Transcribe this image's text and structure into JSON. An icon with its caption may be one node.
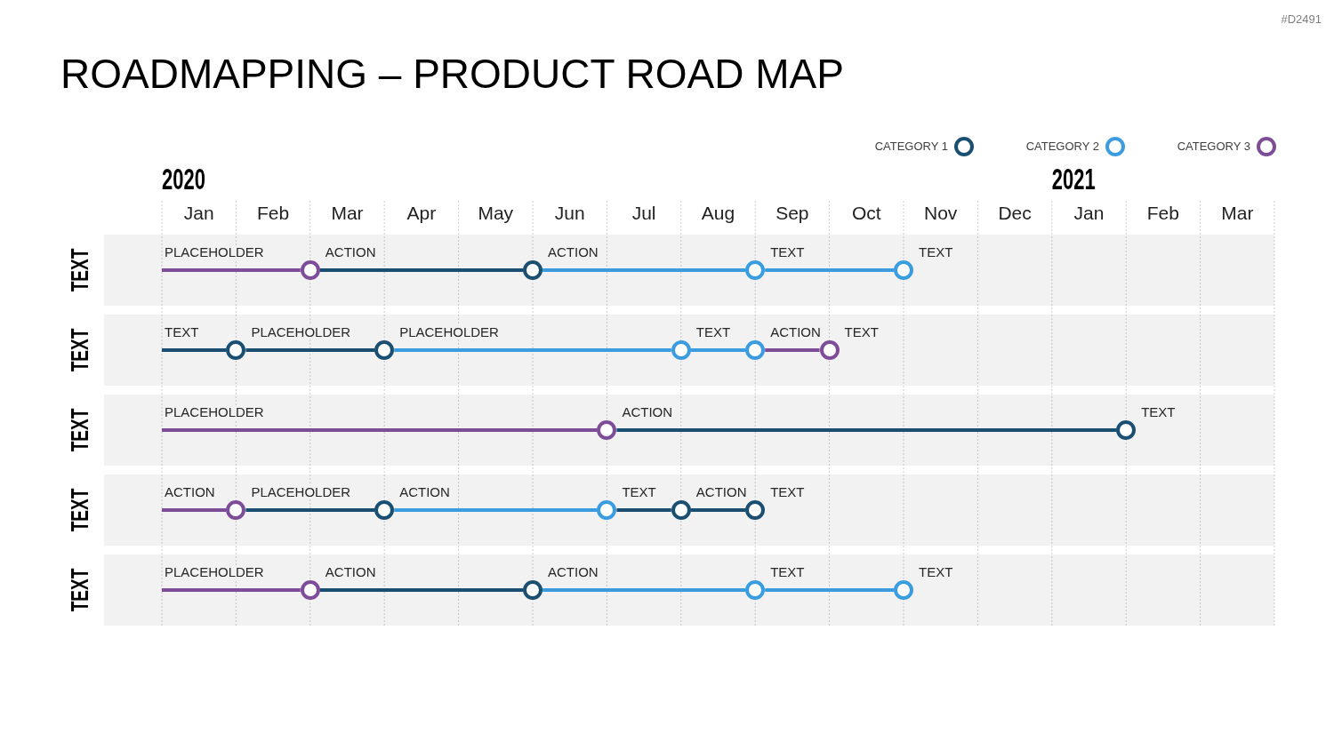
{
  "diagram": {
    "title": "ROADMAPPING – PRODUCT ROAD MAP",
    "nodes": [
      {
        "text": [
          "TEXT"
        ]
      },
      {
        "text": [],
        "shape": "circle",
        "in": 0,
        "beside": [
          "ACTION"
        ]
      },
      {
        "text": [],
        "shape": "circle",
        "in": 0,
        "beside": [
          "ACTION"
        ]
      },
      {
        "text": [],
        "shape": "circle",
        "in": 0,
        "beside": [
          "TEXT"
        ]
      },
      {
        "text": [],
        "shape": "circle",
        "in": 0,
        "beside": [
          "TEXT"
        ]
      },
      {
        "text": [
          "TEXT"
        ]
      },
      {
        "text": [],
        "shape": "circle",
        "in": 5,
        "beside": [
          "PLACEHOLDER"
        ]
      },
      {
        "text": [],
        "shape": "circle",
        "in": 5,
        "beside": [
          "PLACEHOLDER"
        ]
      },
      {
        "text": [],
        "shape": "circle",
        "in": 5,
        "beside": [
          "TEXT"
        ]
      },
      {
        "text": [],
        "shape": "circle",
        "in": 5,
        "beside": [
          "ACTION"
        ]
      },
      {
        "text": [],
        "shape": "circle",
        "in": 5,
        "beside": [
          "TEXT"
        ]
      },
      {
        "text": [
          "TEXT"
        ]
      },
      {
        "text": [],
        "shape": "circle",
        "in": 11,
        "beside": [
          "ACTION"
        ]
      },
      {
        "text": [],
        "shape": "circle",
        "in": 11,
        "beside": [
          "TEXT"
        ]
      },
      {
        "text": [
          "TEXT"
        ]
      },
      {
        "text": [],
        "shape": "circle",
        "in": 14,
        "beside": [
          "PLACEHOLDER"
        ]
      },
      {
        "text": [],
        "shape": "circle",
        "in": 14,
        "beside": [
          "ACTION"
        ]
      },
      {
        "text": [],
        "shape": "circle",
        "in": 14,
        "beside": [
          "TEXT"
        ]
      },
      {
        "text": [],
        "shape": "circle",
        "in": 14,
        "beside": [
          "ACTION"
        ]
      },
      {
        "text": [],
        "shape": "circle",
        "in": 14,
        "beside": [
          "TEXT"
        ]
      },
      {
        "text": [
          "TEXT"
        ]
      },
      {
        "text": [],
        "shape": "circle",
        "in": 20,
        "beside": [
          "ACTION"
        ]
      },
      {
        "text": [],
        "shape": "circle",
        "in": 20,
        "beside": [
          "ACTION"
        ]
      },
      {
        "text": [],
        "shape": "circle",
        "in": 20,
        "beside": [
          "TEXT"
        ]
      },
      {
        "text": [],
        "shape": "circle",
        "in": 20,
        "beside": [
          "TEXT"
        ]
      }
    ],
    "edges": [
      {
        "from": null,
        "to": 1,
        "arrow": "none",
        "label": "PLACEHOLDER",
        "color": "#7e4d98"
      },
      {
        "from": 1,
        "to": 2,
        "arrow": "none"
      },
      {
        "from": 2,
        "to": 3,
        "arrow": "none",
        "color": "#3b9de0"
      },
      {
        "from": 3,
        "to": 4,
        "arrow": "none",
        "color": "#3b9de0"
      },
      {
        "from": null,
        "to": 6,
        "arrow": "none",
        "label": "TEXT"
      },
      {
        "from": 6,
        "to": 7,
        "arrow": "none"
      },
      {
        "from": 7,
        "to": 8,
        "arrow": "none",
        "color": "#3b9de0"
      },
      {
        "from": 8,
        "to": 9,
        "arrow": "none",
        "color": "#3b9de0"
      },
      {
        "from": 9,
        "to": 10,
        "arrow": "none",
        "color": "#7e4d98"
      },
      {
        "from": null,
        "to": 12,
        "arrow": "none",
        "label": "PLACEHOLDER",
        "color": "#7e4d98"
      },
      {
        "from": 12,
        "to": 13,
        "arrow": "none"
      },
      {
        "from": null,
        "to": 15,
        "arrow": "none",
        "label": "ACTION",
        "color": "#7e4d98"
      },
      {
        "from": 15,
        "to": 16,
        "arrow": "none"
      },
      {
        "from": 16,
        "to": 17,
        "arrow": "none",
        "color": "#3b9de0"
      },
      {
        "from": 17,
        "to": 18,
        "arrow": "none"
      },
      {
        "from": 18,
        "to": 19,
        "arrow": "none"
      },
      {
        "from": null,
        "to": 21,
        "arrow": "none",
        "label": "PLACEHOLDER",
        "color": "#7e4d98"
      },
      {
        "from": 21,
        "to": 22,
        "arrow": "none"
      },
      {
        "from": 22,
        "to": 23,
        "arrow": "none",
        "color": "#3b9de0"
      },
      {
        "from": 23,
        "to": 24,
        "arrow": "none",
        "color": "#3b9de0"
      }
    ],
    "labels": [
      "#D2491",
      "2020",
      "2021",
      "Jan",
      "Feb",
      "Mar",
      "Apr",
      "May",
      "Jun",
      "Jul",
      "Aug",
      "Sep",
      "Oct",
      "Nov",
      "Dec",
      "Jan",
      "Feb",
      "Mar"
    ],
    "legend": [
      {
        "text": "CATEGORY 1",
        "color": "#1b4f72"
      },
      {
        "text": "CATEGORY 2",
        "color": "#3b9de0"
      },
      {
        "text": "CATEGORY 3",
        "color": "#7e4d98"
      }
    ]
  }
}
